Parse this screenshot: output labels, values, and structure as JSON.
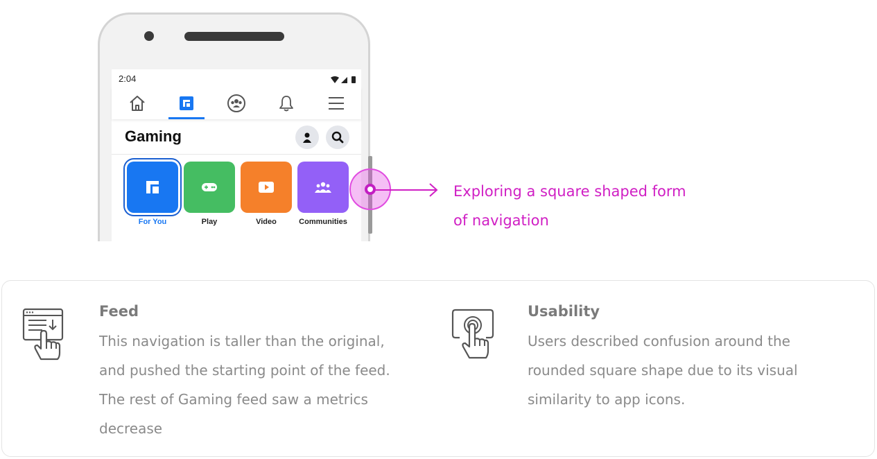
{
  "phone": {
    "status_time": "2:04",
    "nav_tabs": [
      {
        "icon": "home-icon",
        "active": false
      },
      {
        "icon": "gaming-icon",
        "active": true
      },
      {
        "icon": "groups-icon",
        "active": false
      },
      {
        "icon": "bell-icon",
        "active": false
      },
      {
        "icon": "menu-icon",
        "active": false
      }
    ],
    "header_title": "Gaming",
    "header_buttons": [
      "profile-icon",
      "search-icon"
    ],
    "tiles": [
      {
        "label": "For You",
        "icon": "gaming-icon",
        "color": "#1877f2",
        "selected": true
      },
      {
        "label": "Play",
        "icon": "controller-icon",
        "color": "#45bd62",
        "selected": false
      },
      {
        "label": "Video",
        "icon": "video-icon",
        "color": "#f5802a",
        "selected": false
      },
      {
        "label": "Communities",
        "icon": "community-icon",
        "color": "#9360f7",
        "selected": false
      }
    ]
  },
  "annotation": {
    "line1": "Exploring a square shaped form",
    "line2": "of navigation",
    "color": "#d01fc4"
  },
  "findings": [
    {
      "icon": "feed-scroll-icon",
      "title": "Feed",
      "lines": [
        "This navigation is taller than the original,",
        "and pushed the starting point of the feed.",
        "The rest of Gaming feed saw a metrics",
        "decrease"
      ]
    },
    {
      "icon": "tap-icon",
      "title": "Usability",
      "lines": [
        "Users described confusion around the",
        "rounded square shape due to its visual",
        "similarity to app icons."
      ]
    }
  ]
}
